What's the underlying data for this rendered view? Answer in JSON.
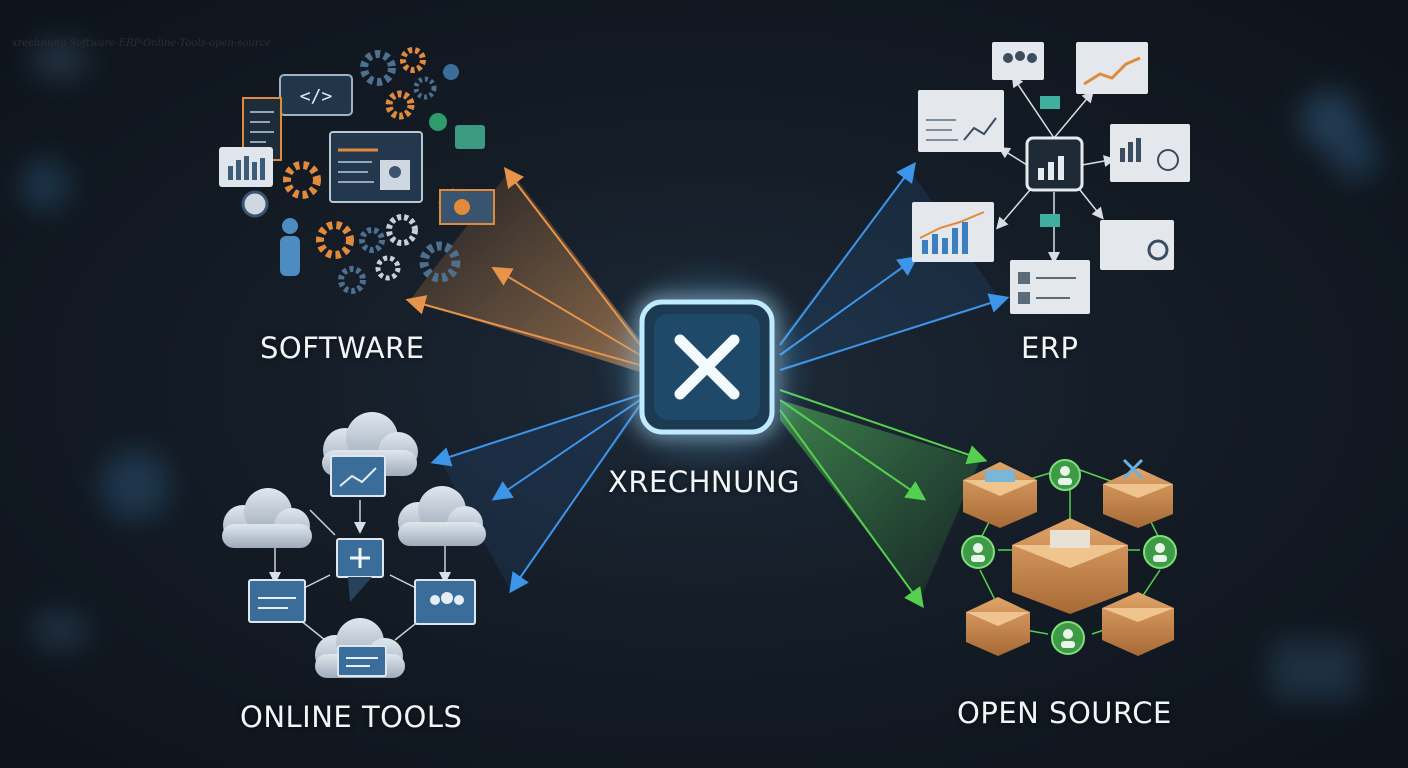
{
  "corner_caption": "xrechnung-Software-ERP-Online-Tools-open-source",
  "center": {
    "label": "XRECHNUNG",
    "icon": "close-x-icon"
  },
  "nodes": [
    {
      "id": "software",
      "label": "SOFTWARE",
      "accent": "#e08a3c"
    },
    {
      "id": "erp",
      "label": "ERP",
      "accent": "#3a8fe0"
    },
    {
      "id": "online",
      "label": "ONLINE TOOLS",
      "accent": "#3a7fd8"
    },
    {
      "id": "opensource",
      "label": "OPEN SOURCE",
      "accent": "#4cc04a"
    }
  ],
  "colors": {
    "background": "#141b24",
    "center_glow": "#7fd4ff",
    "box": "#c98d55",
    "people_badge": "#3f9a48"
  }
}
